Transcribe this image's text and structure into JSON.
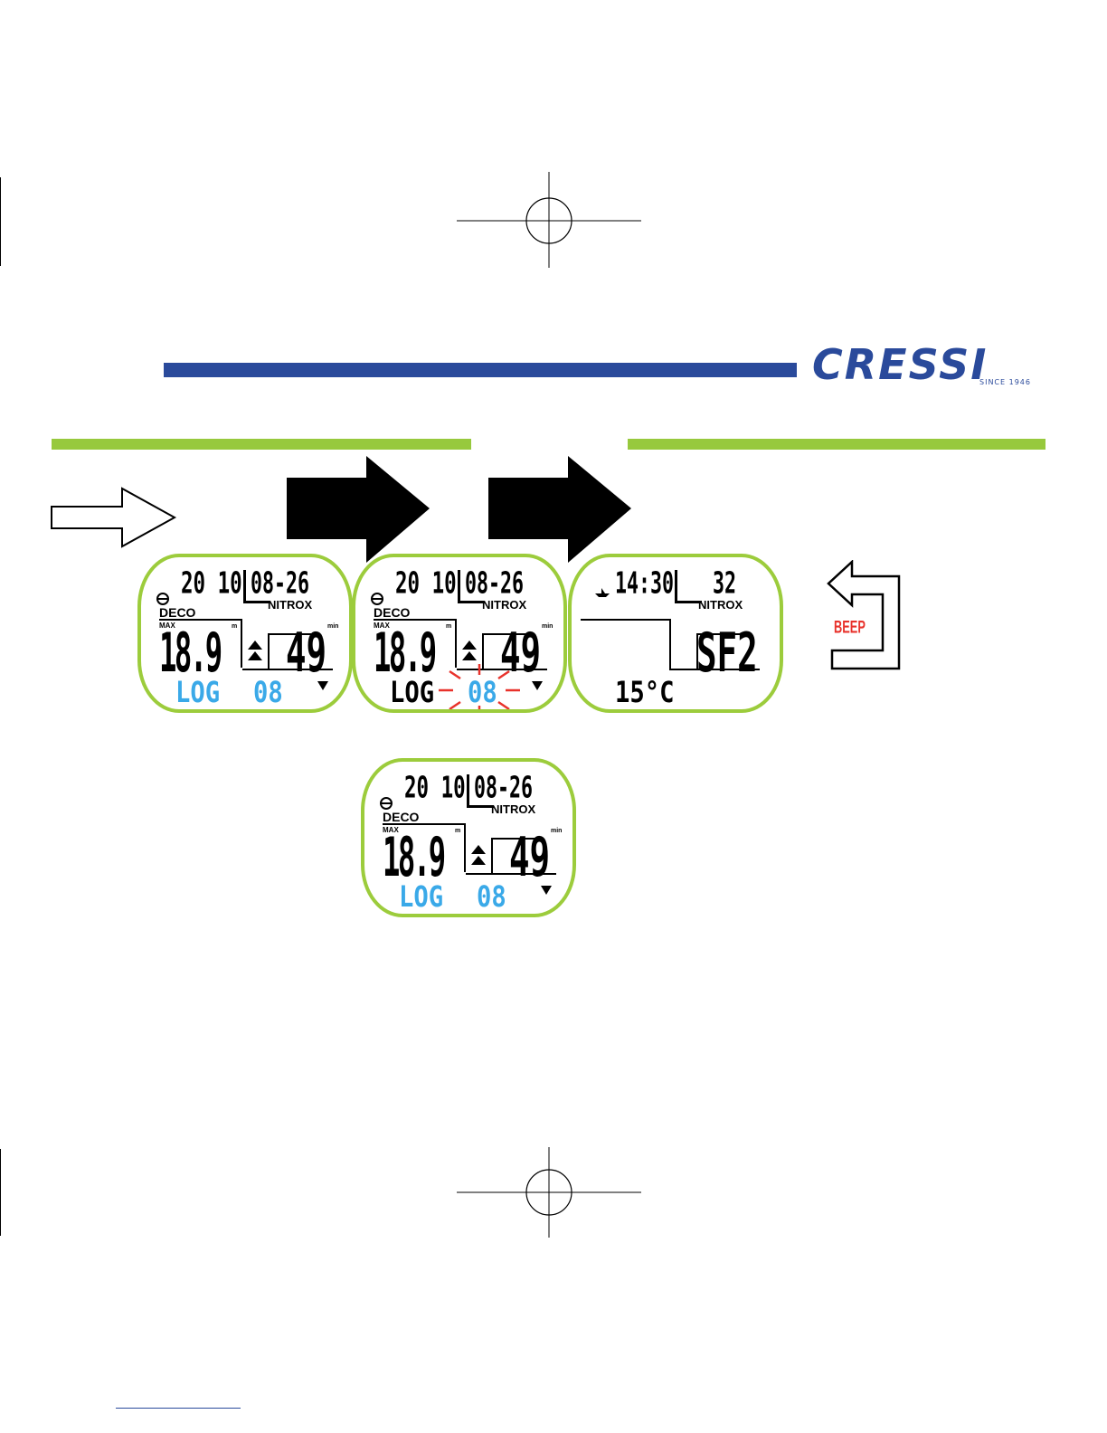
{
  "brand": {
    "logo_text": "CRESSI",
    "since_text": "SINCE 1946",
    "blue": "#2a4a9b",
    "green": "#97c93d",
    "lcd_blue": "#3aa9e8",
    "flash_red": "#e8322b"
  },
  "beep_label": "BEEP",
  "displays": [
    {
      "id": "log-summary",
      "year": "20 10",
      "date": "08-26",
      "mode": "NITROX",
      "deco_label": "DECO",
      "max_label": "MAX",
      "depth_unit": "m",
      "time_unit": "min",
      "depth": "18.9",
      "dive_time": "49",
      "log_label": "LOG",
      "log_number": "08",
      "log_color": "blue",
      "flashing": false
    },
    {
      "id": "log-flashing",
      "year": "20 10",
      "date": "08-26",
      "mode": "NITROX",
      "deco_label": "DECO",
      "max_label": "MAX",
      "depth_unit": "m",
      "time_unit": "min",
      "depth": "18.9",
      "dive_time": "49",
      "log_label": "LOG",
      "log_number": "08",
      "log_color": "black",
      "flashing": true
    },
    {
      "id": "log-detail",
      "time": "14:30",
      "o2": "32",
      "mode": "NITROX",
      "safety_factor": "SF2",
      "temperature": "15°C"
    },
    {
      "id": "log-summary-2",
      "year": "20 10",
      "date": "08-26",
      "mode": "NITROX",
      "deco_label": "DECO",
      "max_label": "MAX",
      "depth_unit": "m",
      "time_unit": "min",
      "depth": "18.9",
      "dive_time": "49",
      "log_label": "LOG",
      "log_number": "08",
      "log_color": "blue",
      "flashing": false
    }
  ],
  "icons": [
    "white-arrow-icon",
    "black-arrow-icon",
    "return-arrow-icon",
    "up-arrow-icon",
    "down-arrow-icon",
    "crosshair-icon"
  ]
}
